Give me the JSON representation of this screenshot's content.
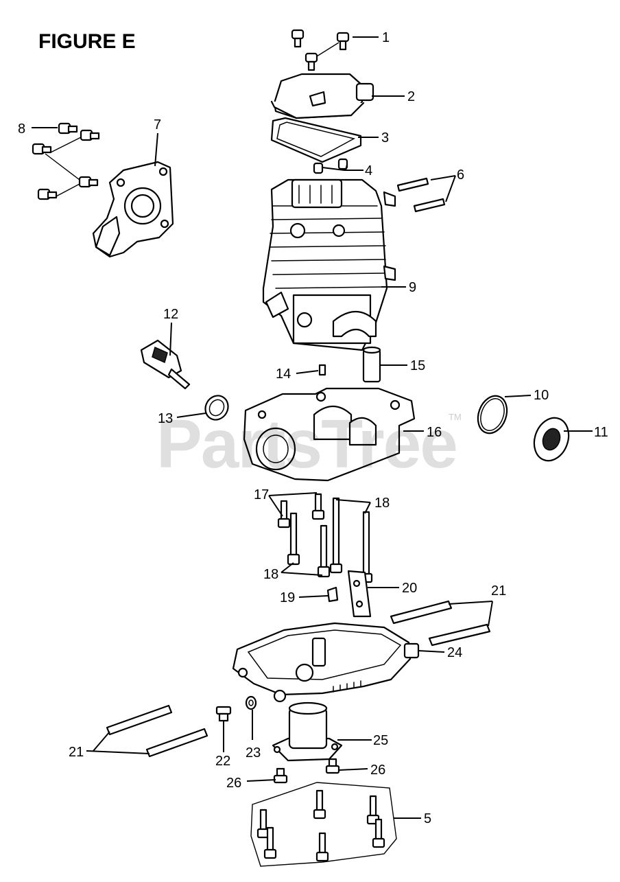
{
  "figure": {
    "title": "FIGURE E"
  },
  "watermark": {
    "text": "PartsTree",
    "trademark": "TM"
  },
  "callouts": [
    {
      "id": "c1",
      "label": "1"
    },
    {
      "id": "c2",
      "label": "2"
    },
    {
      "id": "c3",
      "label": "3"
    },
    {
      "id": "c4",
      "label": "4"
    },
    {
      "id": "c5",
      "label": "5"
    },
    {
      "id": "c6",
      "label": "6"
    },
    {
      "id": "c7",
      "label": "7"
    },
    {
      "id": "c8",
      "label": "8"
    },
    {
      "id": "c9",
      "label": "9"
    },
    {
      "id": "c10",
      "label": "10"
    },
    {
      "id": "c11",
      "label": "11"
    },
    {
      "id": "c12",
      "label": "12"
    },
    {
      "id": "c13",
      "label": "13"
    },
    {
      "id": "c14",
      "label": "14"
    },
    {
      "id": "c15",
      "label": "15"
    },
    {
      "id": "c16",
      "label": "16"
    },
    {
      "id": "c17",
      "label": "17"
    },
    {
      "id": "c18a",
      "label": "18"
    },
    {
      "id": "c18b",
      "label": "18"
    },
    {
      "id": "c19",
      "label": "19"
    },
    {
      "id": "c20",
      "label": "20"
    },
    {
      "id": "c21a",
      "label": "21"
    },
    {
      "id": "c21b",
      "label": "21"
    },
    {
      "id": "c22",
      "label": "22"
    },
    {
      "id": "c23",
      "label": "23"
    },
    {
      "id": "c24",
      "label": "24"
    },
    {
      "id": "c25",
      "label": "25"
    },
    {
      "id": "c26a",
      "label": "26"
    },
    {
      "id": "c26b",
      "label": "26"
    }
  ]
}
